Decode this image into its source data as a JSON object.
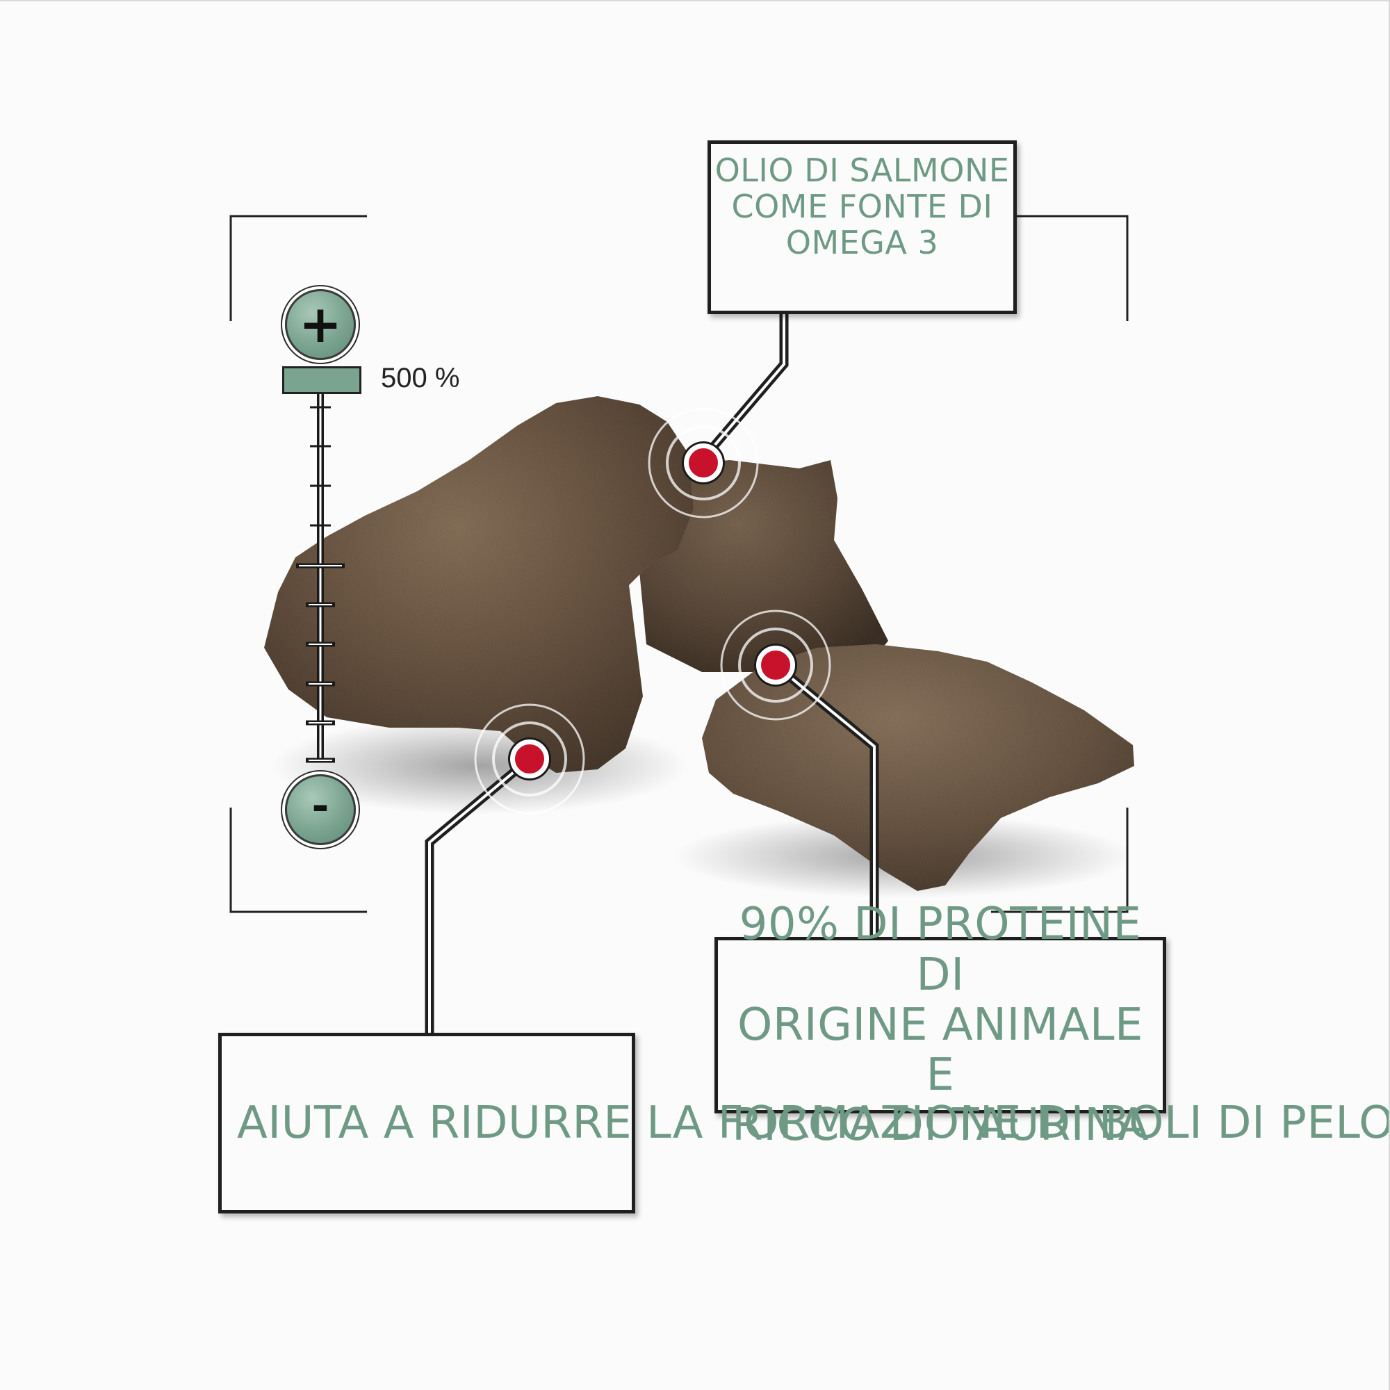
{
  "callouts": {
    "omega": "OLIO DI SALMONE\nCOME FONTE DI\nOMEGA 3",
    "proteine": "90% DI PROTEINE DI\nORIGINE ANIMALE E\nRICCO DI TAURINA",
    "boli": "AIUTA A RIDURRE\nLA FORMAZIONE DI\nBOLI DI PELO"
  },
  "zoom": {
    "label": "500 %",
    "plus_symbol": "+",
    "minus_symbol": "-",
    "level_fraction": 1.0
  },
  "colors": {
    "accent_green": "#6e9a85",
    "button_green": "#7aa390",
    "marker_red": "#c8122b",
    "line_dark": "#1f1f1f",
    "kibble_brown": "#6e5a47"
  },
  "icons": {
    "zoom_in": "plus-icon",
    "zoom_out": "minus-icon",
    "marker": "target-dot-icon"
  }
}
